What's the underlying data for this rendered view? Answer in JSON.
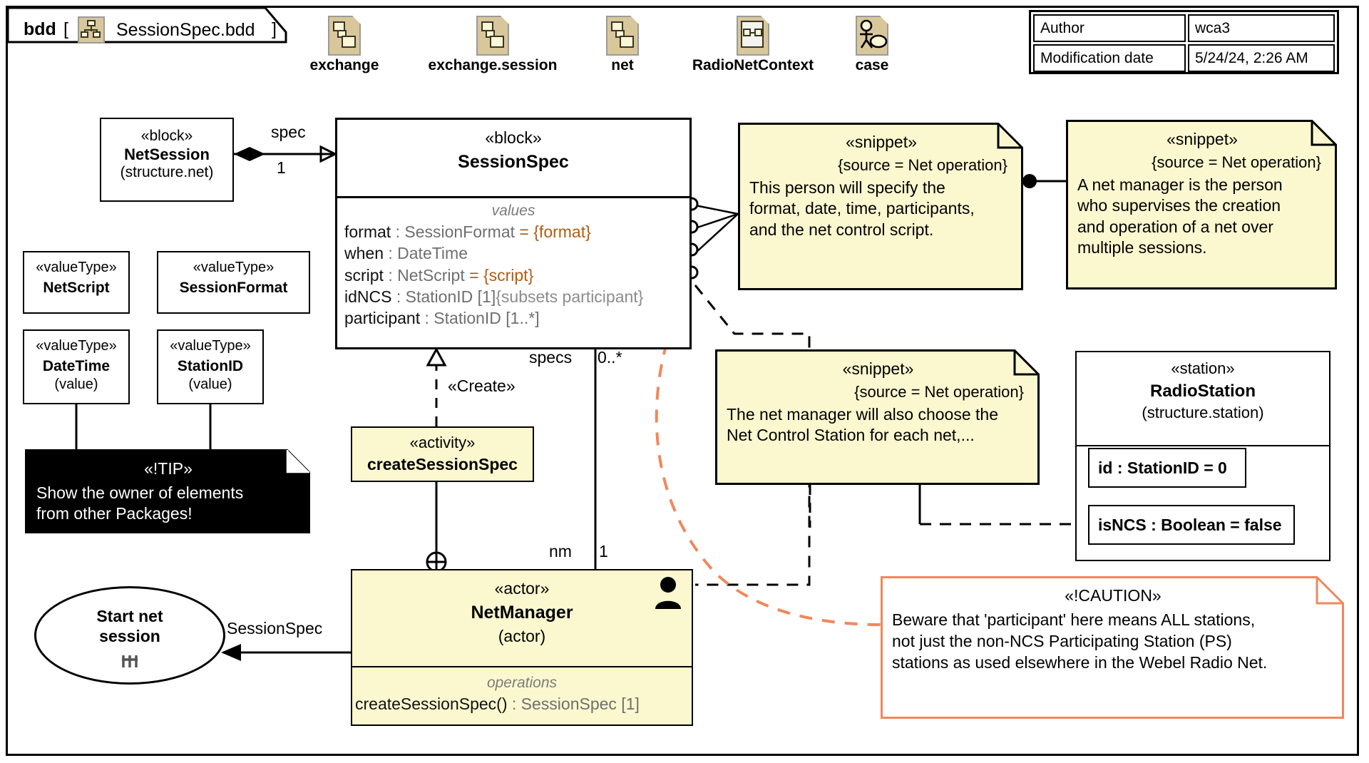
{
  "header": {
    "kind_label": "bdd",
    "bracket_open": "[",
    "diagram_icon": "bdd-diagram-icon",
    "title": "SessionSpec.bdd",
    "bracket_close": "]",
    "packages": [
      {
        "name": "exchange",
        "icon": "package-icon"
      },
      {
        "name": "exchange.session",
        "icon": "package-icon"
      },
      {
        "name": "net",
        "icon": "package-icon"
      },
      {
        "name": "RadioNetContext",
        "icon": "context-package-icon"
      },
      {
        "name": "case",
        "icon": "usecase-package-icon"
      }
    ],
    "info_table": [
      {
        "key": "Author",
        "value": "wca3"
      },
      {
        "key": "Modification date",
        "value": "5/24/24, 2:26 AM"
      }
    ]
  },
  "blocks": {
    "netsession": {
      "stereotype": "«block»",
      "name": "NetSession",
      "qualifier": "(structure.net)"
    },
    "sessionspec": {
      "stereotype": "«block»",
      "name": "SessionSpec",
      "compartment_title": "values",
      "values": [
        {
          "prop": "format",
          "sep": " : ",
          "type": "SessionFormat",
          "eq": " = ",
          "default": "{format}",
          "mult": "",
          "sub": ""
        },
        {
          "prop": "when",
          "sep": " : ",
          "type": "DateTime",
          "eq": "",
          "default": "",
          "mult": "",
          "sub": ""
        },
        {
          "prop": "script",
          "sep": " : ",
          "type": "NetScript",
          "eq": " = ",
          "default": "{script}",
          "mult": "",
          "sub": ""
        },
        {
          "prop": "idNCS",
          "sep": " : ",
          "type": "StationID",
          "eq": "",
          "default": "",
          "mult": " [1]",
          "sub": "{subsets participant}"
        },
        {
          "prop": "participant",
          "sep": " : ",
          "type": "StationID",
          "eq": "",
          "default": "",
          "mult": " [1..*]",
          "sub": ""
        }
      ]
    },
    "radiostation": {
      "stereotype": "«station»",
      "name": "RadioStation",
      "qualifier": "(structure.station)",
      "properties": [
        {
          "text": "id : StationID = 0"
        },
        {
          "text": "isNCS : Boolean = false"
        }
      ]
    },
    "netmanager": {
      "stereotype": "«actor»",
      "name": "NetManager",
      "qualifier": "(actor)",
      "compartment_title": "operations",
      "operations": [
        {
          "name": "createSessionSpec()",
          "sep": " : ",
          "type": "SessionSpec",
          "mult": " [1]"
        }
      ],
      "icon": "actor-person-icon"
    },
    "activity": {
      "stereotype": "«activity»",
      "name": "createSessionSpec"
    },
    "value_types": [
      {
        "stereotype": "«valueType»",
        "name": "NetScript",
        "qualifier": ""
      },
      {
        "stereotype": "«valueType»",
        "name": "SessionFormat",
        "qualifier": ""
      },
      {
        "stereotype": "«valueType»",
        "name": "DateTime",
        "qualifier": "(value)"
      },
      {
        "stereotype": "«valueType»",
        "name": "StationID",
        "qualifier": "(value)"
      }
    ],
    "usecase": {
      "line1": "Start net",
      "line2": "session",
      "icon": "usecase-marker-icon"
    }
  },
  "notes": {
    "tip": {
      "stereotype": "«!TIP»",
      "lines": [
        "Show the owner of elements",
        "from other Packages!"
      ],
      "bg": "#000000",
      "fg": "#ffffff"
    },
    "snippet1": {
      "stereotype": "«snippet»",
      "source": "{source = Net operation}",
      "lines": [
        "This person will specify the",
        "format, date, time, participants,",
        "and the net control script."
      ]
    },
    "snippet2": {
      "stereotype": "«snippet»",
      "source": "{source = Net operation}",
      "lines": [
        "A net manager is the person",
        "who supervises the creation",
        "and operation of a net over",
        "multiple sessions."
      ]
    },
    "snippet3": {
      "stereotype": "«snippet»",
      "source": "{source = Net operation}",
      "lines": [
        "The net manager will also choose the",
        "Net Control Station for each net,..."
      ]
    },
    "caution": {
      "stereotype": "«!CAUTION»",
      "lines": [
        "Beware that 'participant' here means ALL stations,",
        "not just the non-NCS Participating Station (PS)",
        "stations as used elsewhere in the Webel Radio Net."
      ],
      "border": "#f0885a"
    }
  },
  "edge_labels": {
    "spec": "spec",
    "spec_mult": "1",
    "specs": "specs",
    "specs_mult": "0..*",
    "nm": "nm",
    "nm_mult": "1",
    "create": "«Create»",
    "usecase_link": "SessionSpec"
  },
  "colors": {
    "note_yellow": "#fbf8cf",
    "note_border": "#000000",
    "caution_orange": "#f0885a",
    "package_tan": "#d8c79a",
    "type_gray": "#6f6f6f",
    "default_brown": "#b35c12"
  }
}
